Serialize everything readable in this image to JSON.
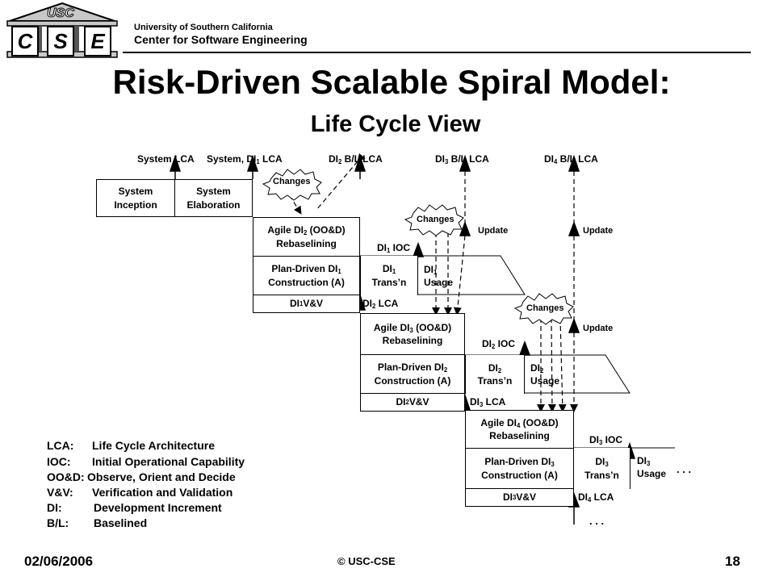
{
  "header": {
    "university": "University of Southern California",
    "center": "Center for Software Engineering",
    "logo_top": "USC",
    "logo_letters": [
      "C",
      "S",
      "E"
    ]
  },
  "title": "Risk-Driven Scalable Spiral Model:",
  "subtitle": "Life Cycle View",
  "milestones": {
    "system_lca": "System LCA",
    "system_di1_lca": [
      "System, DI",
      "1",
      " LCA"
    ],
    "di2_bl_lca": [
      "DI",
      "2",
      " B/L LCA"
    ],
    "di3_bl_lca": [
      "DI",
      "3",
      " B/L LCA"
    ],
    "di4_bl_lca": [
      "DI",
      "4",
      " B/L LCA"
    ]
  },
  "boxes": {
    "system_inception": [
      "System",
      "Inception"
    ],
    "system_elaboration": [
      "System",
      "Elaboration"
    ],
    "agile_di2": [
      "Agile DI",
      "2",
      " (OO&D)",
      "Rebaselining"
    ],
    "plan_driven_di1": [
      "Plan-Driven DI",
      "1",
      "Construction  (A)"
    ],
    "di1_transn": [
      "DI",
      "1",
      "Trans’n"
    ],
    "di1_usage": [
      "DI",
      "1",
      "Usage"
    ],
    "di1_vv": [
      "DI",
      "1",
      " V&V"
    ],
    "agile_di3": [
      "Agile DI",
      "3",
      " (OO&D)",
      "Rebaselining"
    ],
    "plan_driven_di2": [
      "Plan-Driven DI",
      "2",
      "Construction  (A)"
    ],
    "di2_transn": [
      "DI",
      "2",
      "Trans’n"
    ],
    "di2_usage": [
      "DI",
      "2",
      "Usage"
    ],
    "di2_vv": [
      "DI",
      "2",
      " V&V"
    ],
    "agile_di4": [
      "Agile DI",
      "4",
      " (OO&D)",
      "Rebaselining"
    ],
    "plan_driven_di3": [
      "Plan-Driven DI",
      "3",
      "Construction  (A)"
    ],
    "di3_transn": [
      "DI",
      "3",
      "Trans’n"
    ],
    "di3_usage": [
      "DI",
      "3",
      "Usage"
    ],
    "di3_vv": [
      "DI",
      "3",
      " V&V"
    ]
  },
  "labels": {
    "changes": "Changes",
    "update": "Update",
    "di1_ioc": [
      "DI",
      "1",
      " IOC"
    ],
    "di2_lca": [
      "DI",
      "2",
      " LCA"
    ],
    "di2_ioc": [
      "DI",
      "2",
      " IOC"
    ],
    "di3_lca": [
      "DI",
      "3",
      " LCA"
    ],
    "di3_ioc": [
      "DI",
      "3",
      " IOC"
    ],
    "di4_lca": [
      "DI",
      "4",
      " LCA"
    ],
    "ellipsis": ". . ."
  },
  "legend": [
    {
      "key": "LCA:",
      "value": "Life Cycle Architecture"
    },
    {
      "key": "IOC:",
      "value": "Initial Operational Capability"
    },
    {
      "key": "OO&D:",
      "value": "Observe, Orient and Decide"
    },
    {
      "key": "V&V:",
      "value": "Verification and Validation"
    },
    {
      "key": "DI:",
      "value": "Development Increment"
    },
    {
      "key": "B/L:",
      "value": "Baselined"
    }
  ],
  "footer": {
    "date": "02/06/2006",
    "copyright": "© USC-CSE",
    "page": "18"
  }
}
